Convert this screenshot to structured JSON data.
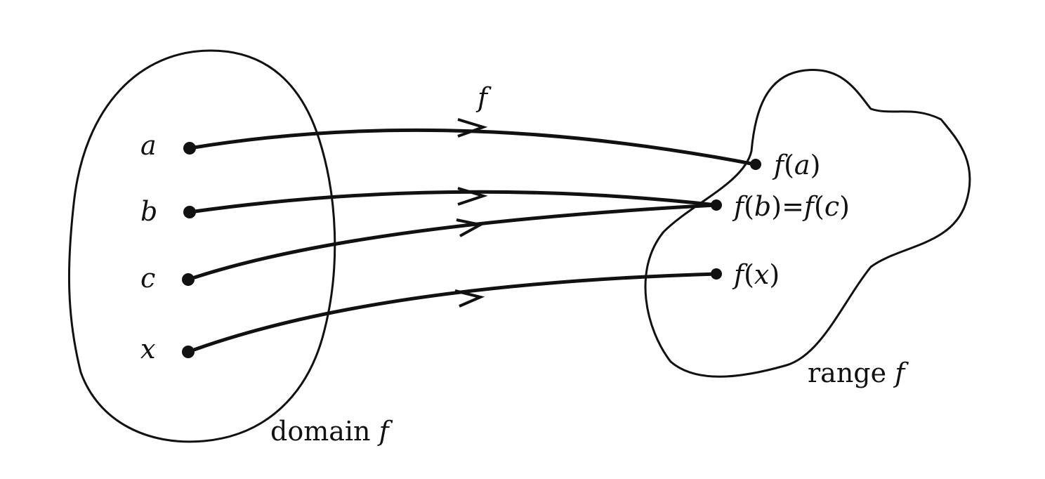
{
  "function_label": "f",
  "domain": {
    "name_word": "domain",
    "name_fn": "f",
    "points": [
      {
        "id": "a",
        "label": "a"
      },
      {
        "id": "b",
        "label": "b"
      },
      {
        "id": "c",
        "label": "c"
      },
      {
        "id": "x",
        "label": "x"
      }
    ]
  },
  "range": {
    "name_word": "range",
    "name_fn": "f",
    "points": [
      {
        "id": "fa",
        "fn": "f",
        "open": "(",
        "arg": "a",
        "close": ")"
      },
      {
        "id": "fbc",
        "fn": "f",
        "open": "(",
        "arg": "b",
        "close": ")",
        "eq": "=",
        "fn2": "f",
        "open2": "(",
        "arg2": "c",
        "close2": ")"
      },
      {
        "id": "fx",
        "fn": "f",
        "open": "(",
        "arg": "x",
        "close": ")"
      }
    ]
  },
  "mappings": [
    {
      "from": "a",
      "to": "f(a)"
    },
    {
      "from": "b",
      "to": "f(b)"
    },
    {
      "from": "c",
      "to": "f(c)"
    },
    {
      "from": "x",
      "to": "f(x)"
    }
  ],
  "colors": {
    "ink": "#111111",
    "background": "#ffffff"
  }
}
